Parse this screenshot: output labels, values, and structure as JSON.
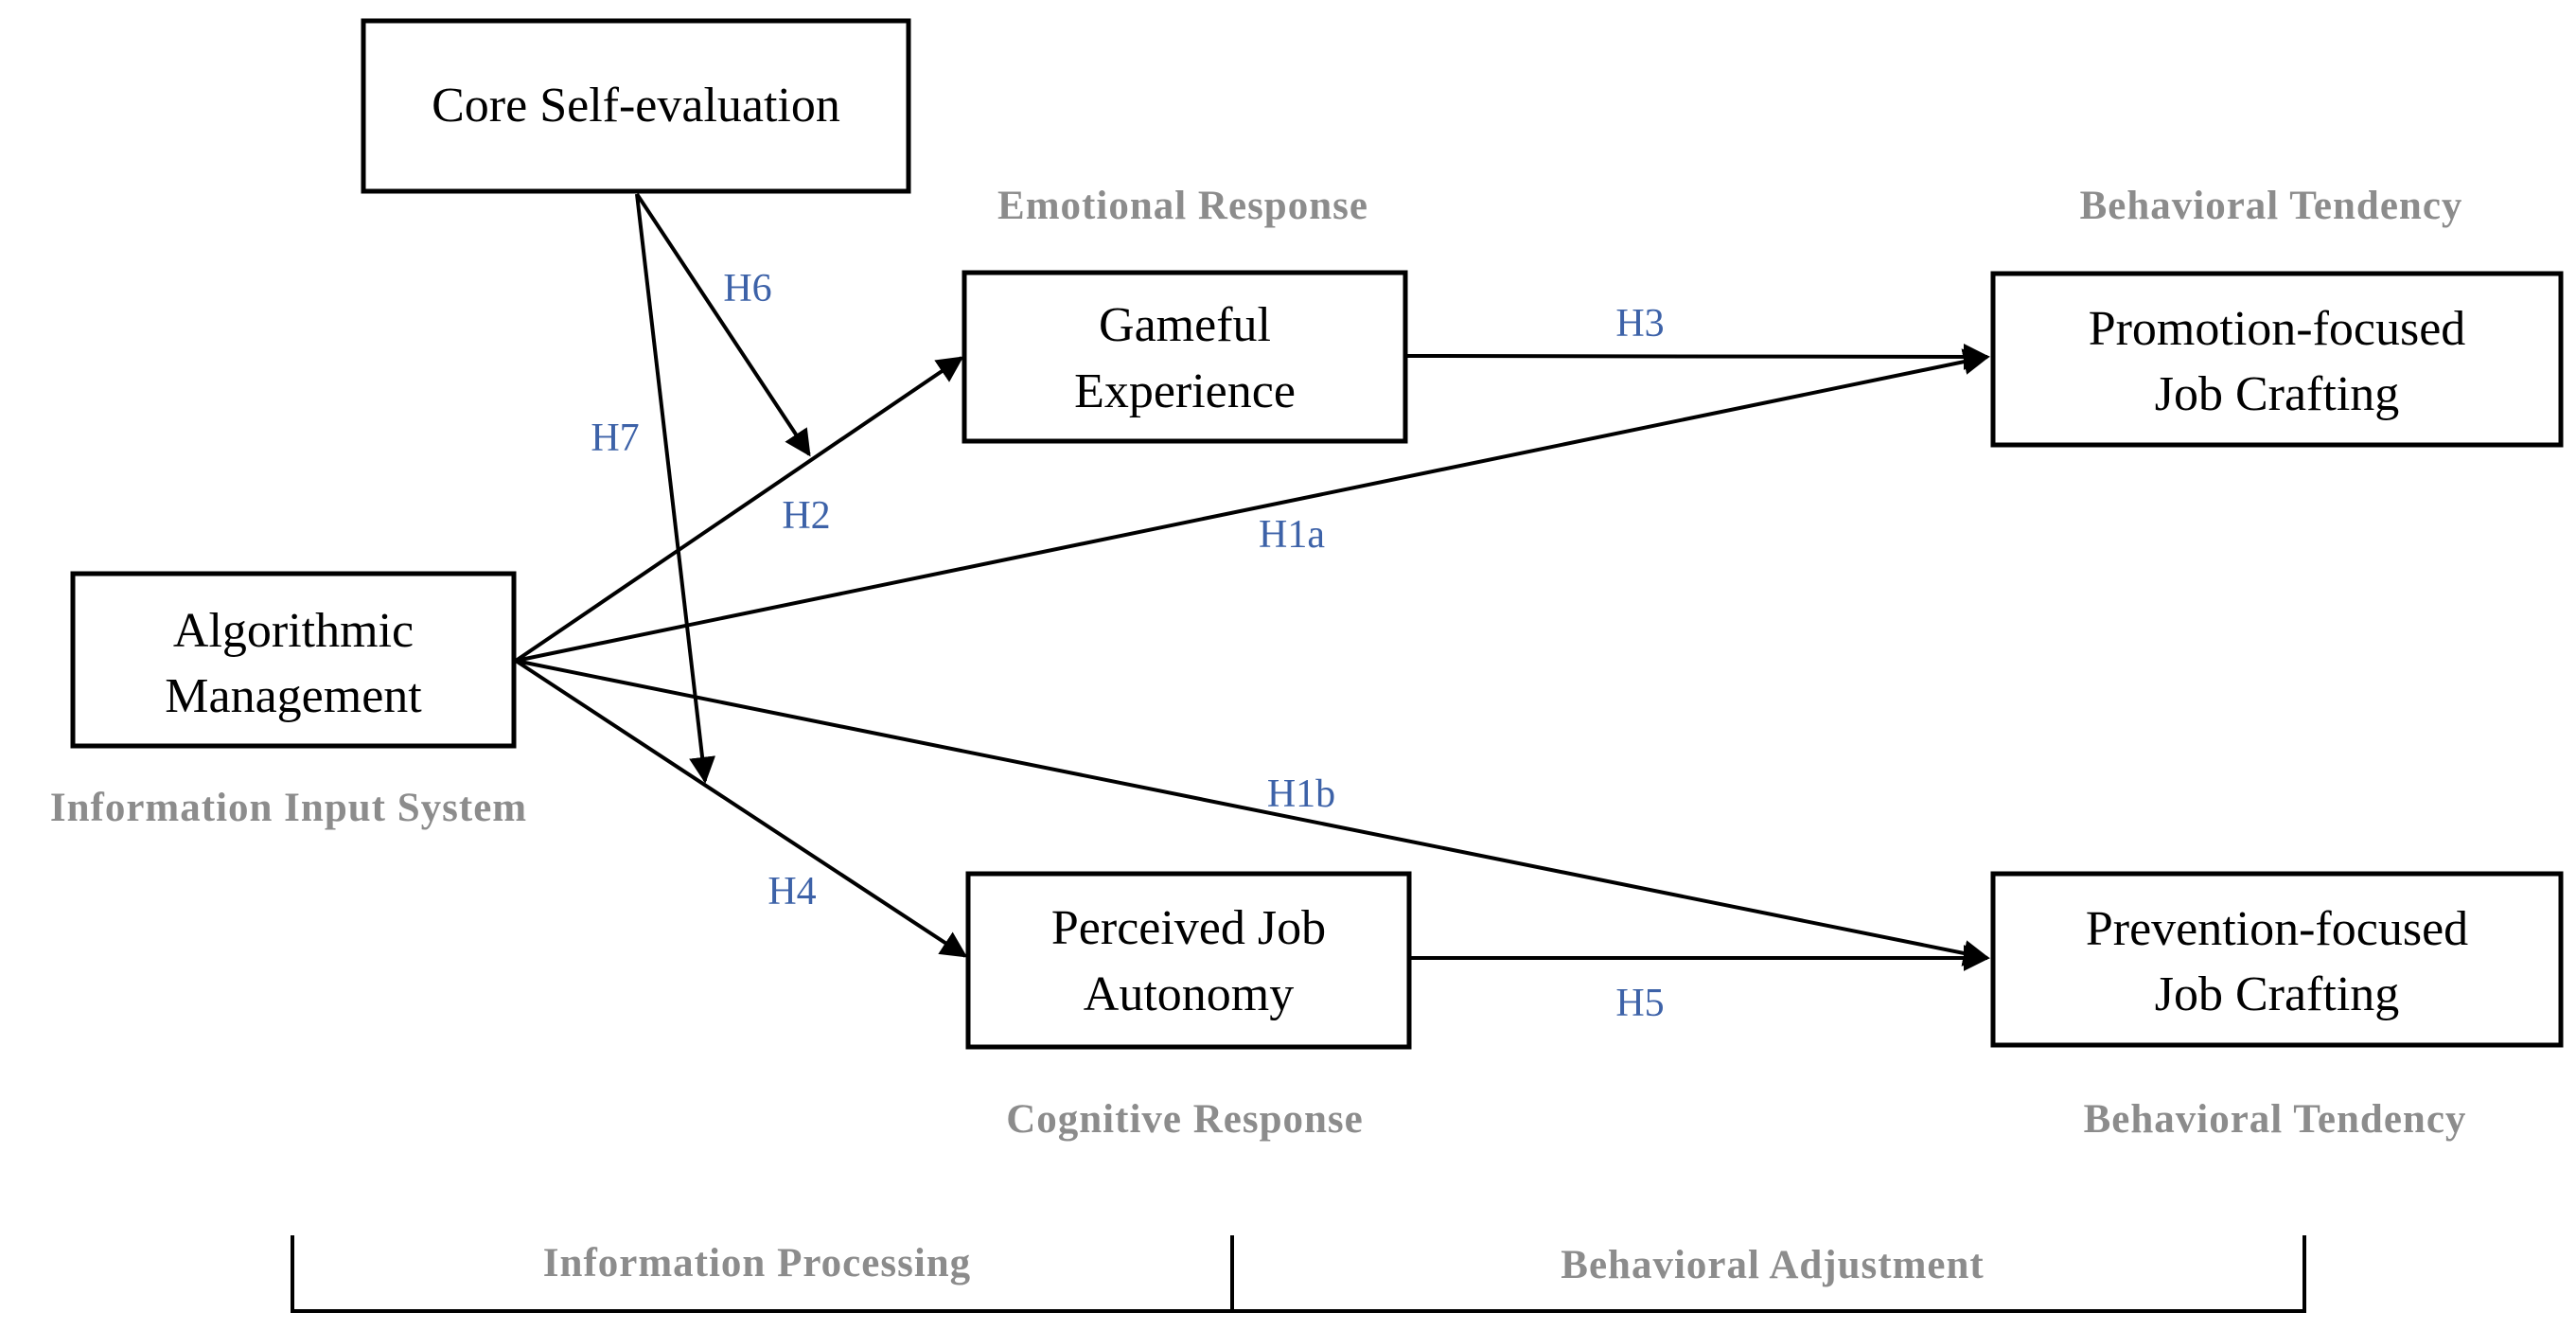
{
  "nodes": {
    "core_self_evaluation": [
      "Core Self-evaluation"
    ],
    "gameful_experience": [
      "Gameful",
      "Experience"
    ],
    "algorithmic_management": [
      "Algorithmic",
      "Management"
    ],
    "perceived_job_autonomy": [
      "Perceived Job",
      "Autonomy"
    ],
    "promotion_job_crafting": [
      "Promotion-focused",
      "Job Crafting"
    ],
    "prevention_job_crafting": [
      "Prevention-focused",
      "Job Crafting"
    ]
  },
  "stage_labels": {
    "emotional_response": "Emotional Response",
    "behavioral_tendency_top": "Behavioral Tendency",
    "information_input_system": "Information Input System",
    "cognitive_response": "Cognitive Response",
    "behavioral_tendency_bottom": "Behavioral Tendency"
  },
  "hypotheses": {
    "h1a": "H1a",
    "h1b": "H1b",
    "h2": "H2",
    "h3": "H3",
    "h4": "H4",
    "h5": "H5",
    "h6": "H6",
    "h7": "H7"
  },
  "phases": {
    "information_processing": "Information Processing",
    "behavioral_adjustment": "Behavioral Adjustment"
  },
  "colors": {
    "hypothesis_label": "#3d62a8",
    "stage_label": "#8c8c8c",
    "box_stroke": "#000000"
  }
}
